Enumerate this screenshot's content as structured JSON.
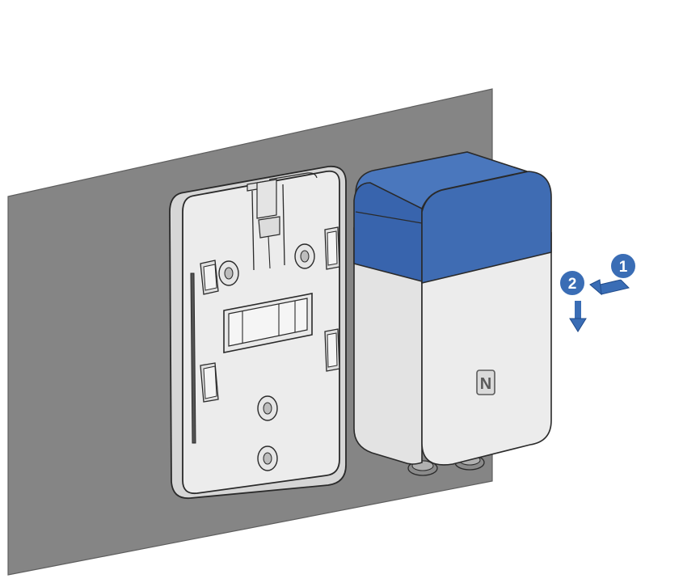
{
  "diagram": {
    "steps": [
      {
        "number": "1",
        "action": "slide",
        "color": "#3a6db5"
      },
      {
        "number": "2",
        "action": "push-down",
        "color": "#3a6db5"
      }
    ],
    "device": {
      "nfc_mark": "N",
      "top_color": "#3f6cb3",
      "body_color": "#ececec"
    },
    "wall": {
      "color": "#858585"
    },
    "bracket": {
      "color": "#ececec"
    }
  }
}
